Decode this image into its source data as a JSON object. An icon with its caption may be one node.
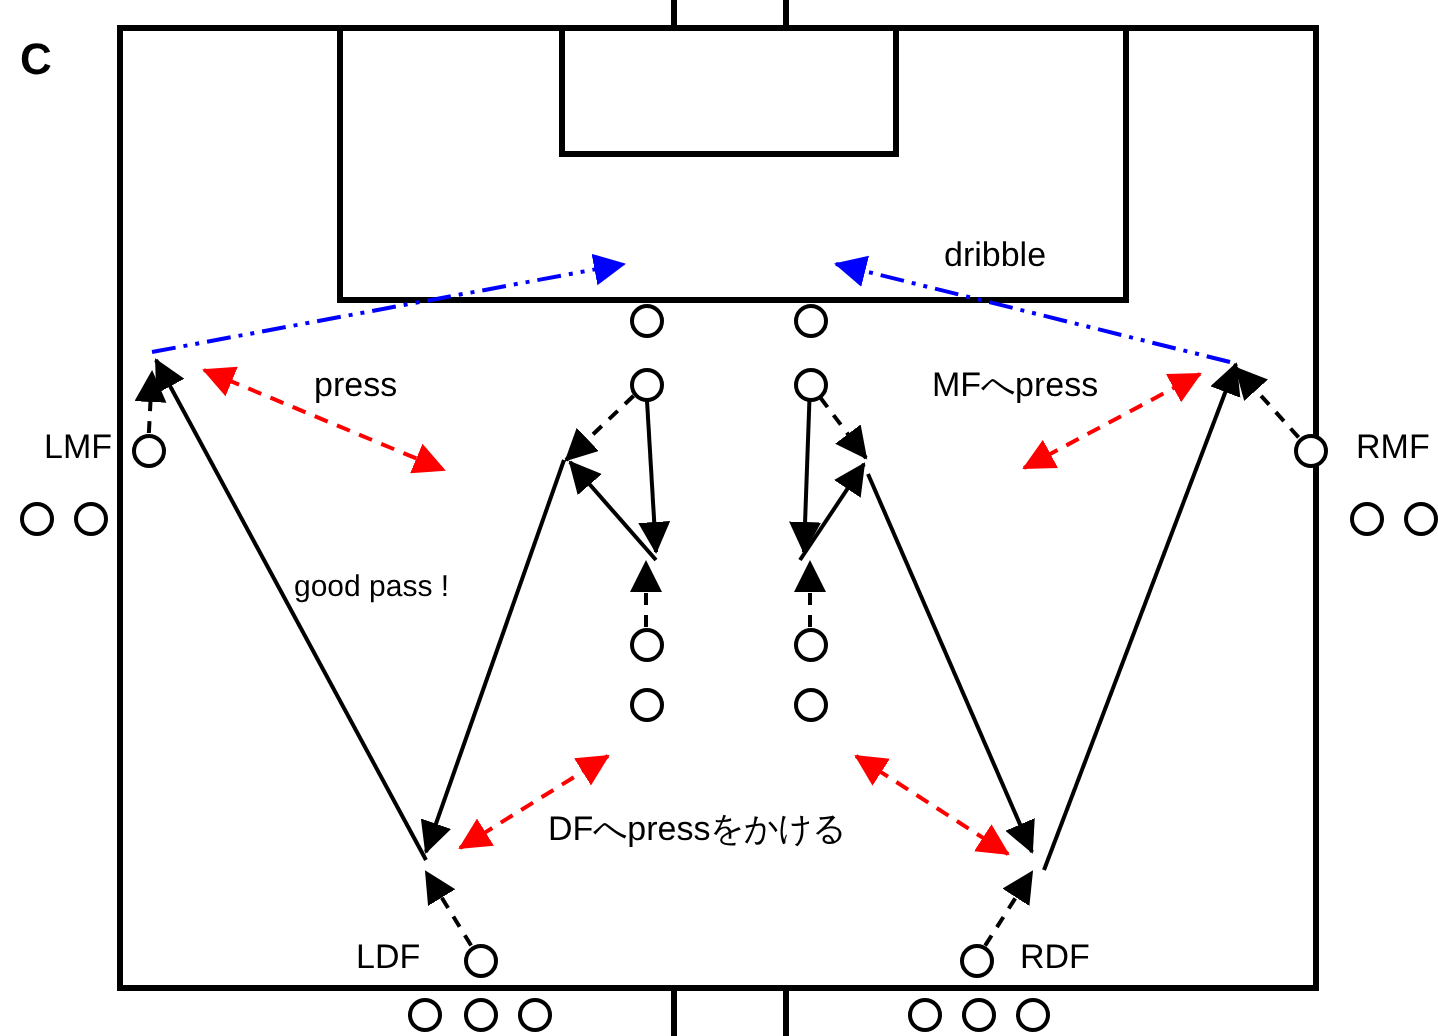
{
  "diagram": {
    "nodes": [
      {
        "text": [],
        "shape": "circle",
        "beside": [
          "LMF"
        ]
      },
      {
        "text": [],
        "shape": "circle"
      },
      {
        "text": [],
        "shape": "circle"
      },
      {
        "text": [],
        "shape": "circle"
      },
      {
        "text": [],
        "shape": "circle"
      },
      {
        "text": [],
        "shape": "circle"
      },
      {
        "text": [],
        "shape": "circle"
      },
      {
        "text": [],
        "shape": "circle",
        "beside": [
          "RMF"
        ]
      },
      {
        "text": [],
        "shape": "circle"
      },
      {
        "text": [],
        "shape": "circle"
      },
      {
        "text": [],
        "shape": "circle"
      },
      {
        "text": [],
        "shape": "circle"
      },
      {
        "text": [],
        "shape": "circle"
      },
      {
        "text": [],
        "shape": "circle"
      },
      {
        "text": [],
        "shape": "circle",
        "beside": [
          "LDF"
        ]
      },
      {
        "text": [],
        "shape": "circle",
        "beside": [
          "RDF"
        ]
      },
      {
        "text": [],
        "shape": "circle"
      },
      {
        "text": [],
        "shape": "circle"
      },
      {
        "text": [],
        "shape": "circle"
      },
      {
        "text": [],
        "shape": "circle"
      },
      {
        "text": [],
        "shape": "circle"
      },
      {
        "text": [],
        "shape": "circle"
      }
    ],
    "edges": [
      {
        "from": 0,
        "to": null,
        "arrow": "to",
        "style": "dashed"
      },
      {
        "from": 5,
        "to": null,
        "arrow": "to",
        "style": "dashed"
      },
      {
        "from": 5,
        "to": null,
        "arrow": "to"
      },
      {
        "from": 10,
        "to": null,
        "arrow": "to",
        "style": "dashed"
      },
      {
        "from": 14,
        "to": null,
        "arrow": "to",
        "style": "dashed"
      },
      {
        "from": 7,
        "to": null,
        "arrow": "to",
        "style": "dashed"
      },
      {
        "from": 6,
        "to": null,
        "arrow": "to",
        "style": "dashed"
      },
      {
        "from": 6,
        "to": null,
        "arrow": "to"
      },
      {
        "from": 11,
        "to": null,
        "arrow": "to",
        "style": "dashed"
      },
      {
        "from": 15,
        "to": null,
        "arrow": "to",
        "style": "dashed"
      }
    ],
    "labels": [
      "C",
      "dribble",
      "press",
      "MFへpress",
      "good pass !",
      "DFへpressをかける"
    ]
  }
}
